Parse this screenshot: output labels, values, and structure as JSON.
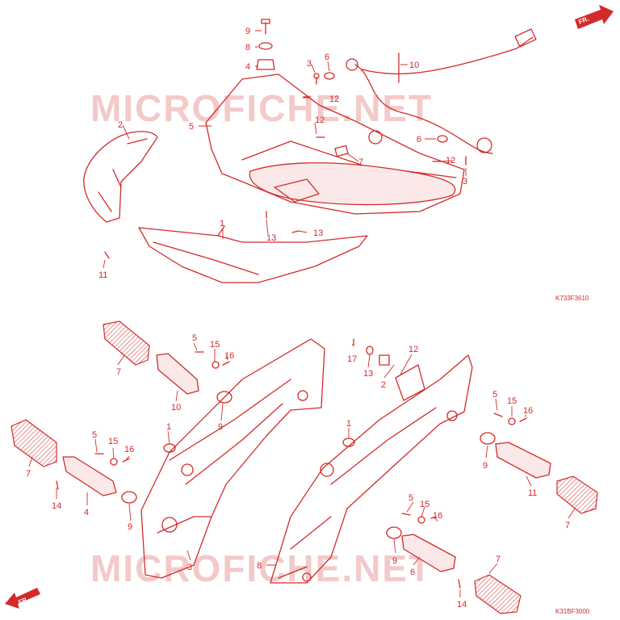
{
  "watermark": "MICROFICHE.NET",
  "diagram_codes": {
    "top": "K733F3610",
    "bottom": "K31BF3000"
  },
  "direction_arrows": {
    "top_right": "FR.",
    "bottom_left": "FR."
  },
  "colors": {
    "line": "#d42a2a",
    "watermark": "#f3c9c9",
    "fill": "#fbe9e9"
  },
  "top_assembly_callouts": [
    "9",
    "8",
    "4",
    "3",
    "6",
    "10",
    "12",
    "5",
    "2",
    "12",
    "6",
    "7",
    "12",
    "3",
    "13",
    "13",
    "1",
    "11"
  ],
  "bottom_assembly_callouts": [
    "7",
    "5",
    "15",
    "16",
    "10",
    "9",
    "1",
    "7",
    "5",
    "15",
    "16",
    "14",
    "4",
    "9",
    "3",
    "17",
    "13",
    "12",
    "2",
    "1",
    "5",
    "15",
    "16",
    "9",
    "11",
    "7",
    "5",
    "15",
    "16",
    "8",
    "9",
    "6",
    "7",
    "14"
  ]
}
